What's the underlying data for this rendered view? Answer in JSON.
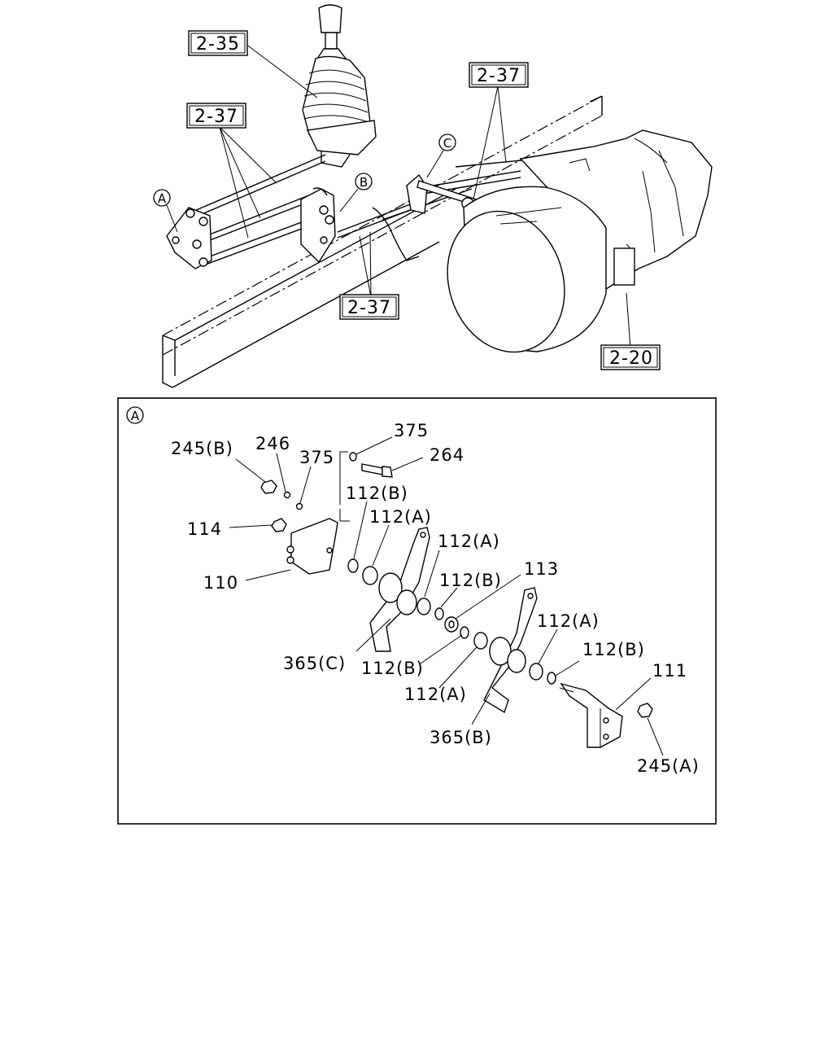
{
  "upper_refs": {
    "r235": "2-35",
    "r237_top_right": "2-37",
    "r237_left": "2-37",
    "r237_bottom": "2-37",
    "r220": "2-20"
  },
  "circle_markers": {
    "a": "A",
    "b": "B",
    "c": "C",
    "detail": "A"
  },
  "detail_labels": {
    "l245b": "245(B)",
    "l246": "246",
    "l375_left": "375",
    "l375_top": "375",
    "l264": "264",
    "l112b_1": "112(B)",
    "l112a_1": "112(A)",
    "l114": "114",
    "l112a_2": "112(A)",
    "l113": "113",
    "l112b_2": "112(B)",
    "l110": "110",
    "l112a_3": "112(A)",
    "l112b_3": "112(B)",
    "l365c": "365(C)",
    "l112b_4": "112(B)",
    "l111": "111",
    "l112a_4": "112(A)",
    "l365b": "365(B)",
    "l245a": "245(A)"
  }
}
